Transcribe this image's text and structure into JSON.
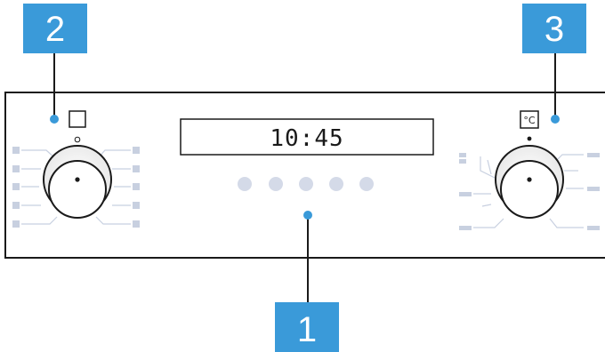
{
  "display": {
    "time": "10:45"
  },
  "callouts": [
    {
      "number": "1"
    },
    {
      "number": "2"
    },
    {
      "number": "3"
    }
  ],
  "left_knob": {
    "symbol": "square-icon"
  },
  "right_knob": {
    "symbol": "°C"
  },
  "colors": {
    "callout_fill": "#3a9ad9",
    "outline": "#1a1a1a",
    "marker": "#c8d0e0",
    "button": "#d4dae8"
  }
}
